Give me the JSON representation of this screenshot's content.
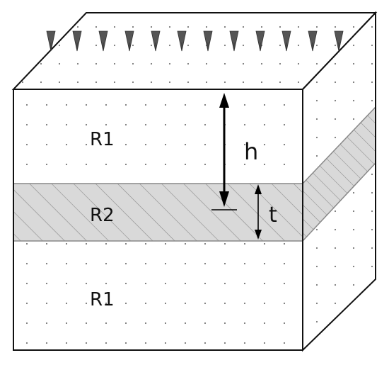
{
  "labels": {
    "upper_region": "R1",
    "middle_layer": "R2",
    "lower_region": "R1",
    "height_symbol": "h",
    "thickness_symbol": "t"
  },
  "colors": {
    "outline": "#111111",
    "layer_fill": "#d9d9d9",
    "hatch": "#8a8a8a",
    "dots": "#777777",
    "background": "#ffffff"
  },
  "load_arrow_count": 12,
  "icons": {
    "load": "downward-triangle-arrow",
    "dimension": "double-headed-arrow"
  }
}
